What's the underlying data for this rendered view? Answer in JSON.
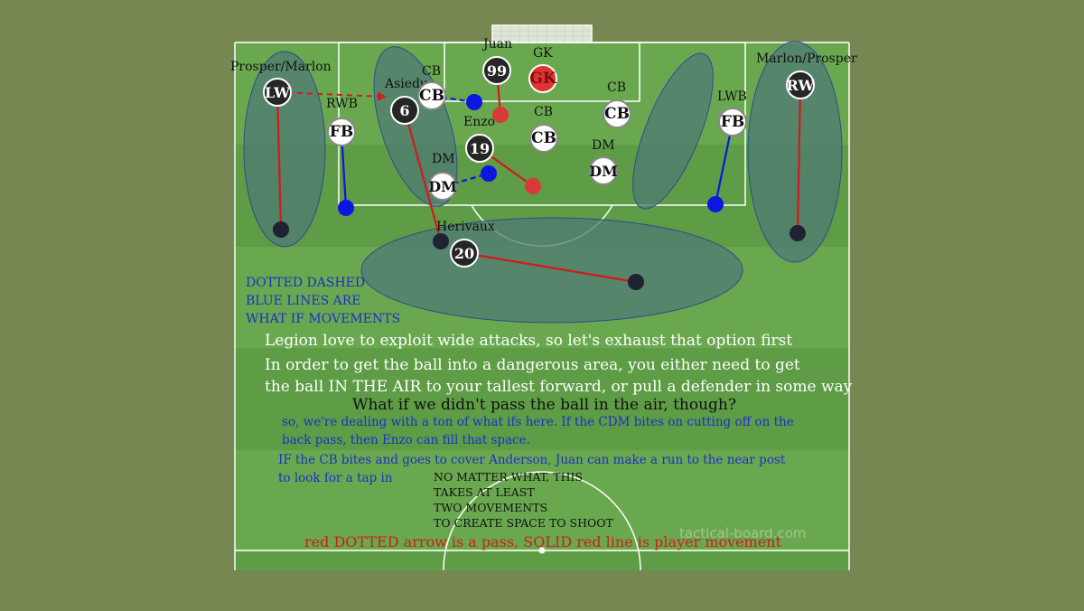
{
  "colors": {
    "background": "#768752",
    "pitch_light": "#6aa84f",
    "pitch_dark": "#5e9c45",
    "zone_fill": "#4f7a73",
    "zone_stroke": "#2a4f8a",
    "movement_line": "#d21b1b",
    "whatif_line": "#0d16e0",
    "attacker_token": "#262626",
    "defender_token": "#ffffff",
    "goalkeeper_token": "#e03232"
  },
  "players": {
    "lw": {
      "name": "Prosper/Marlon",
      "token": "LW"
    },
    "rwb": {
      "name": "RWB",
      "token": "FB"
    },
    "asiedu": {
      "name": "Asiedu",
      "token": "6"
    },
    "cb_left": {
      "name": "CB",
      "token": "CB"
    },
    "juan": {
      "name": "Juan",
      "token": "99"
    },
    "gk": {
      "name": "GK",
      "token": "GK"
    },
    "cb_right": {
      "name": "CB",
      "token": "CB"
    },
    "cb_center": {
      "name": "CB",
      "token": "CB"
    },
    "enzo": {
      "name": "Enzo",
      "token": "19"
    },
    "dm_left": {
      "name": "DM",
      "token": "DM"
    },
    "dm_right": {
      "name": "DM",
      "token": "DM"
    },
    "lwb": {
      "name": "LWB",
      "token": "FB"
    },
    "rw": {
      "name": "Marlon/Prosper",
      "token": "RW"
    },
    "herivaux": {
      "name": "Herivaux",
      "token": "20"
    }
  },
  "notes": {
    "dotted_blue": [
      "DOTTED DASHED",
      "BLUE LINES ARE",
      "WHAT IF MOVEMENTS"
    ],
    "wide_attacks": "Legion love to exploit wide attacks, so let's exhaust that option first",
    "dangerous_area": [
      "In order to get the ball into a dangerous area, you either need to get",
      "the ball IN THE AIR to your tallest forward, or pull a defender in some way"
    ],
    "question": "What if we didn't pass the ball in the air, though?",
    "whatifs": [
      "so, we're dealing with a ton of what ifs here. If the CDM bites on cutting off on the",
      "back pass, then Enzo can fill that space."
    ],
    "cb_bites": [
      "IF the CB bites and goes to cover Anderson, Juan can make a run to the near post",
      "to look for a tap in"
    ],
    "no_matter": [
      "NO MATTER WHAT, THIS",
      "TAKES AT LEAST",
      "TWO MOVEMENTS",
      "TO CREATE SPACE TO SHOOT"
    ],
    "legend": "red DOTTED arrow is a pass, SOLID red line is player movement",
    "watermark": "tactical-board.com"
  }
}
